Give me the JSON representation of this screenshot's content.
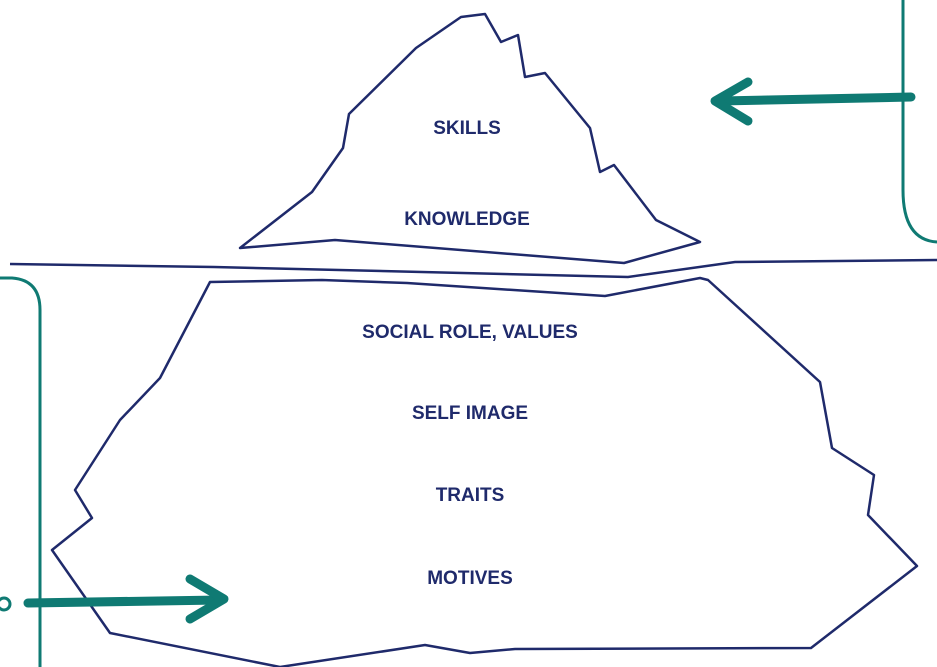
{
  "colors": {
    "outline": "#1f2a6b",
    "label": "#1f2a6b",
    "accent": "#0f7a73",
    "background": "#ffffff"
  },
  "labels": {
    "skills": "SKILLS",
    "knowledge": "KNOWLEDGE",
    "social_role_values": "SOCIAL ROLE, VALUES",
    "self_image": "SELF IMAGE",
    "traits": "TRAITS",
    "motives": "MOTIVES"
  },
  "icons": {
    "top_arrow": "arrow-left-icon",
    "bottom_arrow": "arrow-right-icon"
  }
}
